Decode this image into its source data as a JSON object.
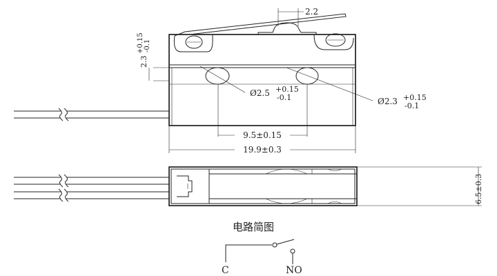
{
  "dimensions": {
    "plunger_width": "2.2",
    "hole_offset": {
      "value": "2.3",
      "upper_tol": "+0.15",
      "lower_tol": "-0.1"
    },
    "hole_left": {
      "value": "Ø2.5",
      "upper_tol": "+0.15",
      "lower_tol": "-0.1"
    },
    "hole_right": {
      "value": "Ø2.3",
      "upper_tol": "+0.15",
      "lower_tol": "-0.1"
    },
    "hole_spacing": "9.5±0.15",
    "body_length": "19.9±0.3",
    "body_thickness": "6.5±0.3"
  },
  "circuit": {
    "title": "电路简图",
    "common_label": "C",
    "normally_open_label": "NO"
  }
}
